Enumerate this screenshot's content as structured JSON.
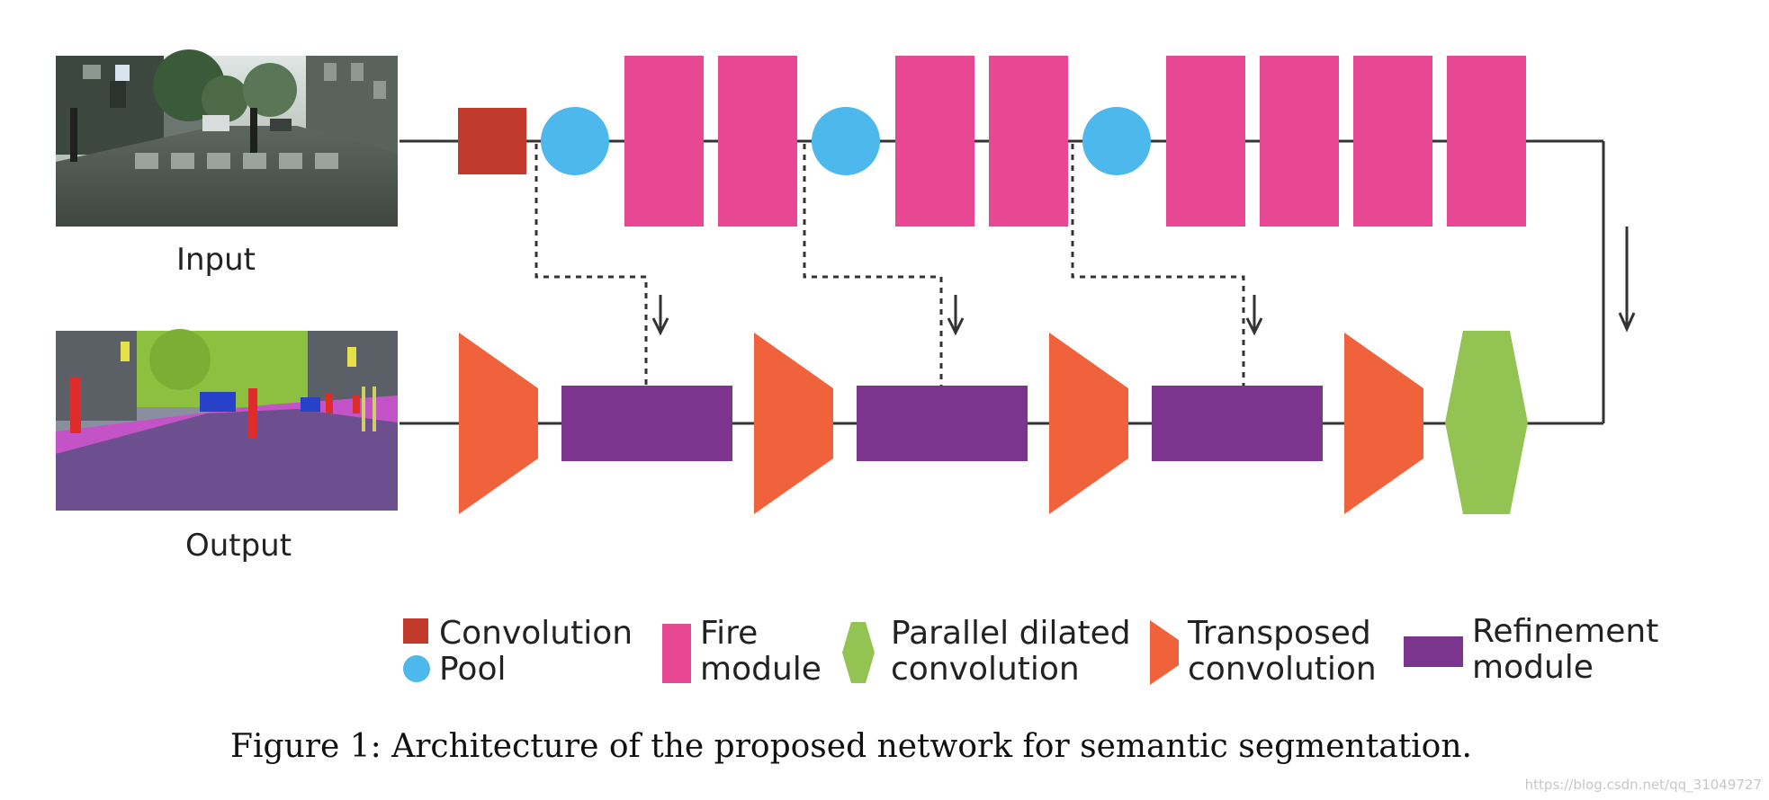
{
  "colors": {
    "convolution": "#c0392b",
    "pool": "#4db8ec",
    "fire": "#e84893",
    "dilated": "#92c353",
    "transposed": "#ef623b",
    "refinement": "#7b358f",
    "line": "#333333"
  },
  "images": {
    "input_label": "Input",
    "output_label": "Output"
  },
  "legend": [
    {
      "key": "convolution",
      "line1": "Convolution",
      "line2": ""
    },
    {
      "key": "pool",
      "line1": "Pool",
      "line2": ""
    },
    {
      "key": "fire",
      "line1": "Fire",
      "line2": "module"
    },
    {
      "key": "dilated",
      "line1": "Parallel dilated",
      "line2": "convolution"
    },
    {
      "key": "transposed",
      "line1": "Transposed",
      "line2": "convolution"
    },
    {
      "key": "refinement",
      "line1": "Refinement",
      "line2": "module"
    }
  ],
  "caption": "Figure 1: Architecture of the proposed network for semantic segmentation.",
  "watermark": "https://blog.csdn.net/qq_31049727"
}
